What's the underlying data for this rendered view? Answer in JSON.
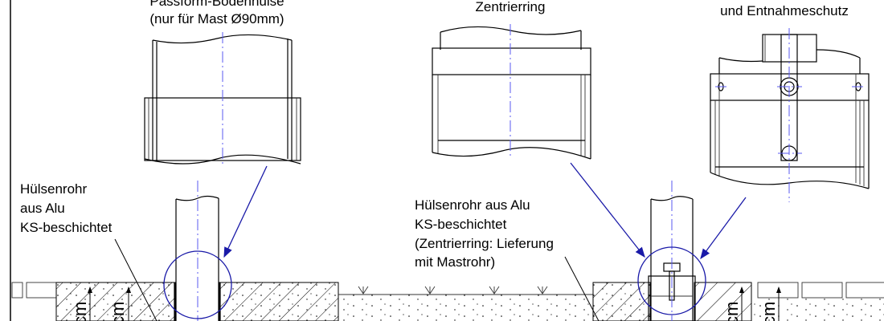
{
  "labels": {
    "left_title_line1": "Passform-Bodenhülse",
    "left_title_line2": "(nur für Mast Ø90mm)",
    "center_title": "Zentrierring",
    "right_title": "und Entnahmeschutz",
    "left_note": [
      "Hülsenrohr",
      "aus Alu",
      "KS-beschichtet"
    ],
    "center_note": [
      "Hülsenrohr aus Alu",
      "KS-beschichtet",
      "(Zentrierring: Lieferung",
      "mit Mastrohr)"
    ],
    "dim_unit": "cm"
  },
  "colors": {
    "detail": "#1a1aa8",
    "centerline": "#5a5af0",
    "line": "#000000"
  }
}
